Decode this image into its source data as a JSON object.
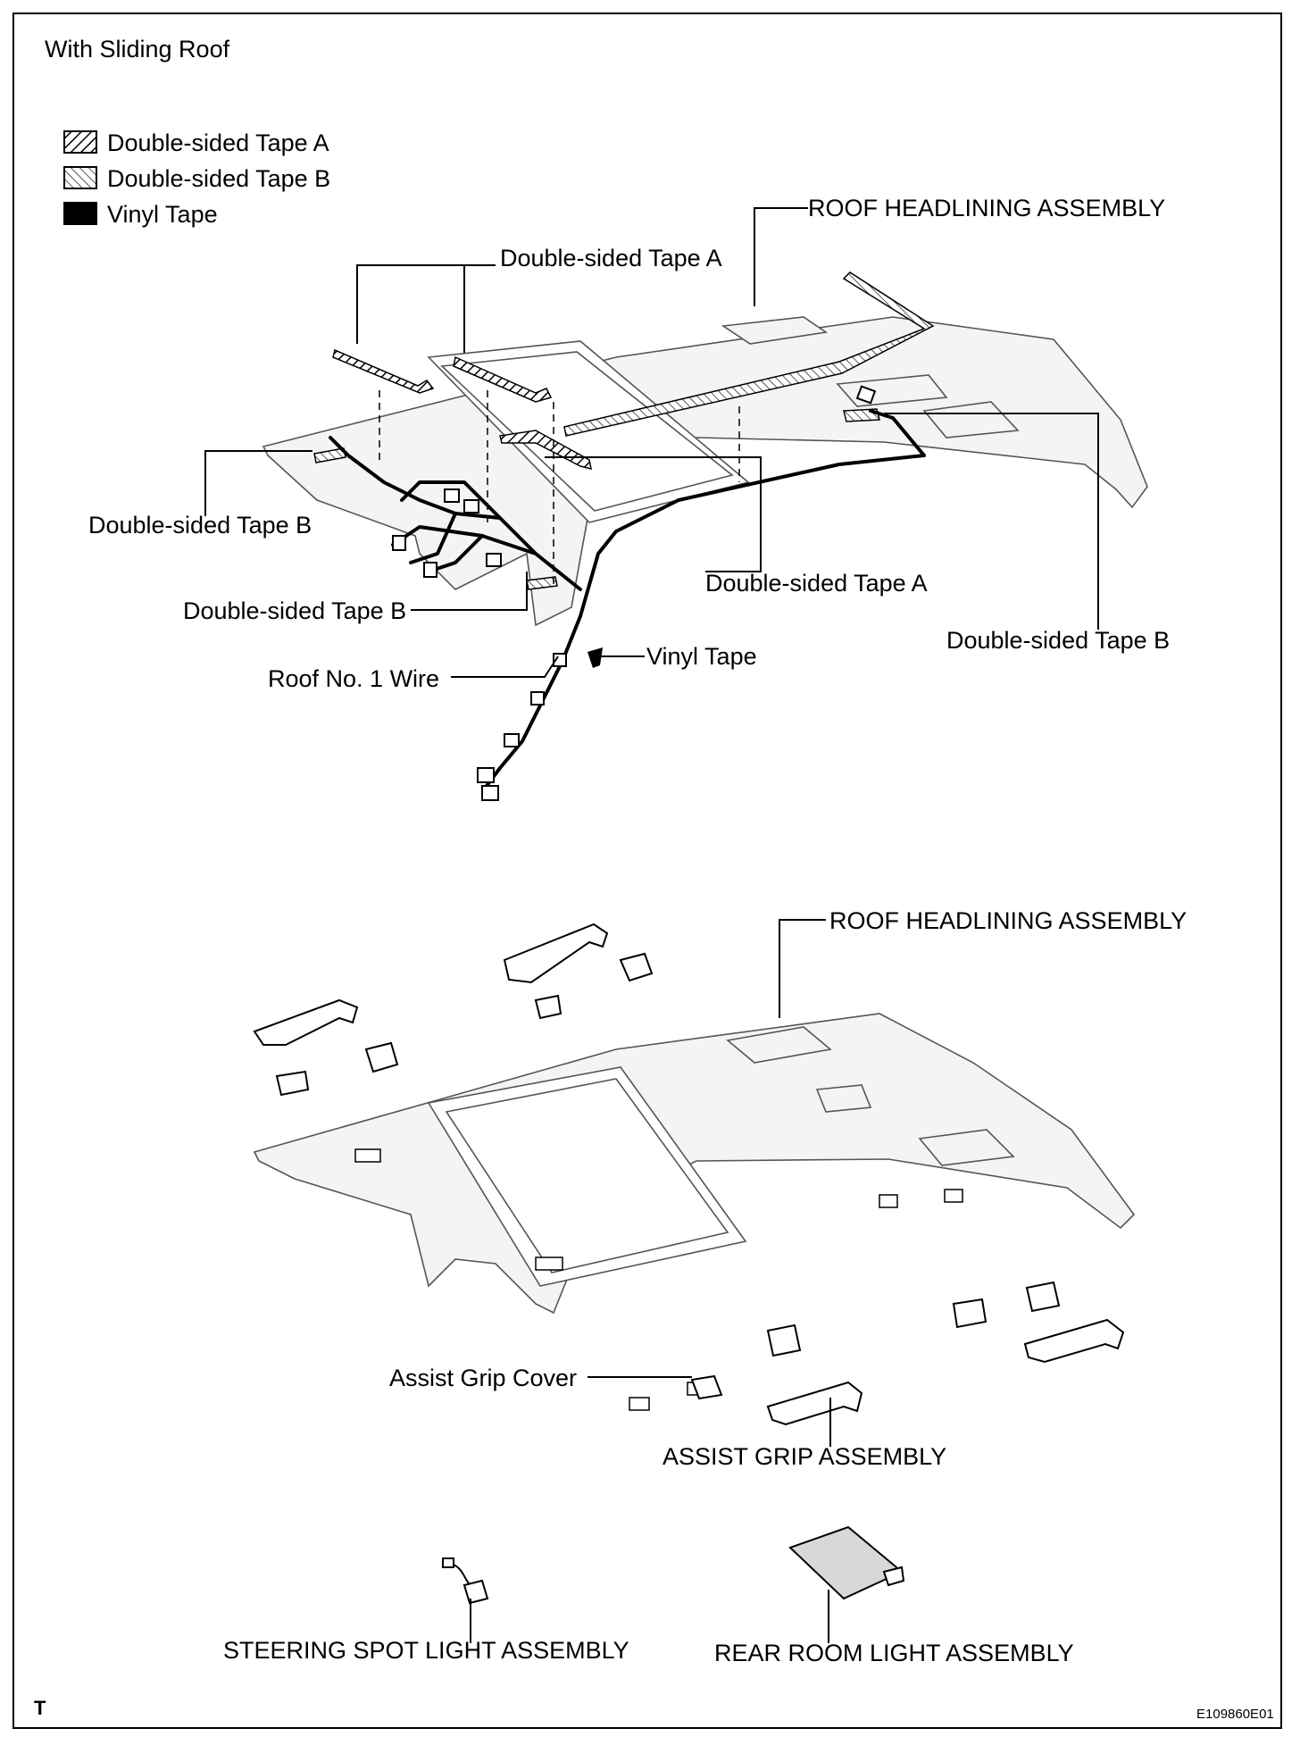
{
  "header": {
    "title": "With Sliding Roof"
  },
  "legend": [
    {
      "label": "Double-sided Tape A",
      "pattern": "tape-a"
    },
    {
      "label": "Double-sided Tape B",
      "pattern": "tape-b"
    },
    {
      "label": "Vinyl Tape",
      "pattern": "vinyl"
    }
  ],
  "upper": {
    "roof_headlining": "ROOF HEADLINING ASSEMBLY",
    "tape_a_top": "Double-sided Tape A",
    "tape_b_left": "Double-sided Tape B",
    "tape_b_bottom": "Double-sided Tape B",
    "tape_a_mid": "Double-sided Tape A",
    "tape_b_right": "Double-sided Tape B",
    "vinyl_tape": "Vinyl Tape",
    "roof_wire": "Roof No. 1 Wire"
  },
  "lower": {
    "roof_headlining": "ROOF HEADLINING ASSEMBLY",
    "assist_grip_cover": "Assist Grip Cover",
    "assist_grip_assembly": "ASSIST GRIP ASSEMBLY",
    "steering_spot_light": "STEERING SPOT LIGHT ASSEMBLY",
    "rear_room_light": "REAR ROOM LIGHT ASSEMBLY"
  },
  "footer": {
    "corner_mark": "T",
    "figure_code": "E109860E01"
  },
  "colors": {
    "ink": "#000000",
    "paper": "#ffffff",
    "panel": "#f4f4f4"
  }
}
